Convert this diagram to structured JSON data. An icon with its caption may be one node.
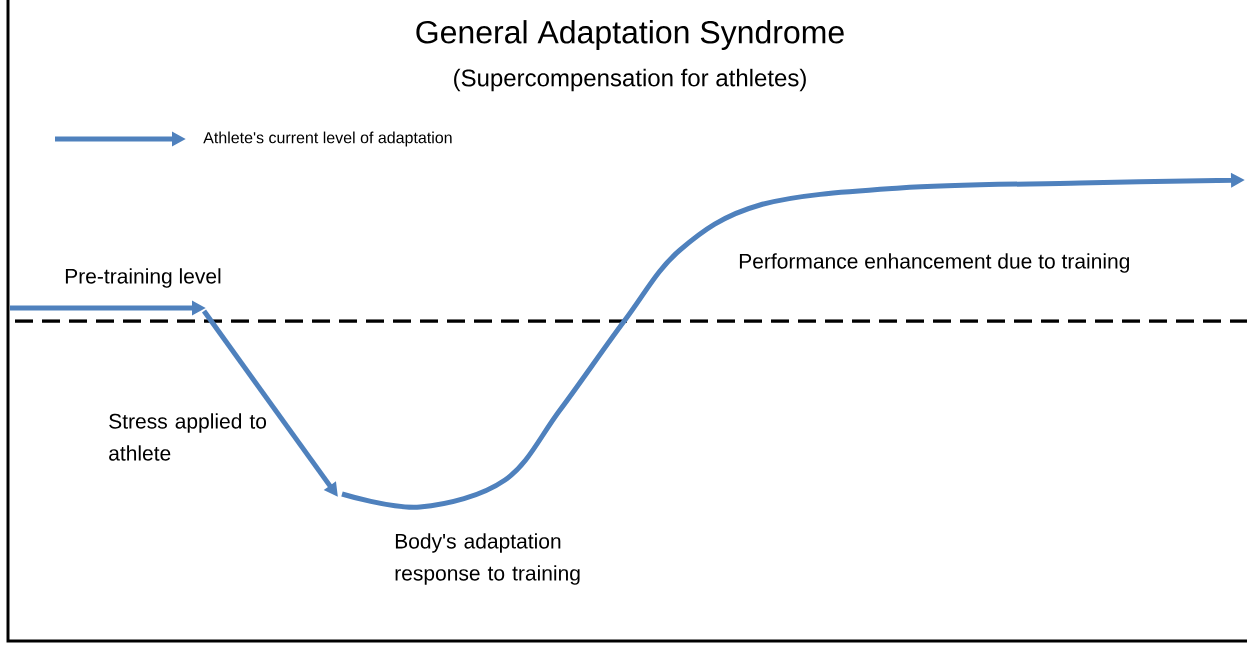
{
  "diagram": {
    "title": "General Adaptation Syndrome",
    "labels": [
      "(Supercompensation for athletes)",
      "Pre-training level",
      "Stress applied to athlete",
      "Body's adaptation response to training",
      "Performance enhancement due to training"
    ],
    "legend": [
      {
        "text": "Athlete's current level of adaptation"
      }
    ]
  }
}
